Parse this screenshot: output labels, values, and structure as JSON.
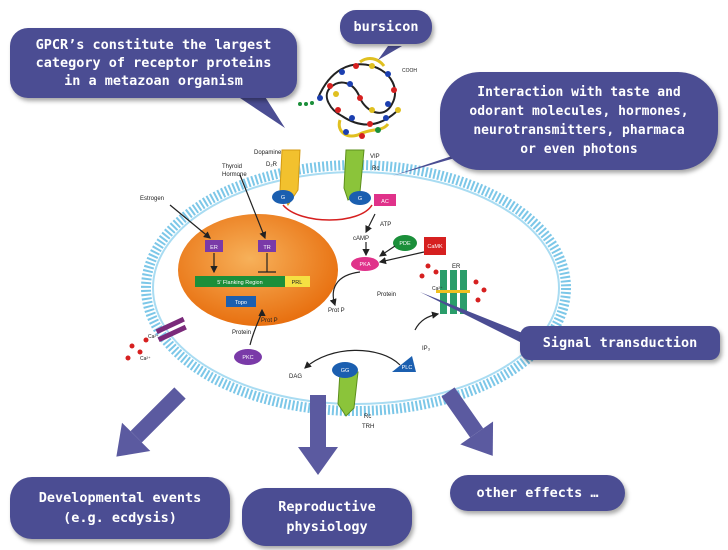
{
  "callouts": {
    "gpcr": [
      "GPCR’s constitute the largest",
      "category of receptor proteins",
      "in a metazoan organism"
    ],
    "bursicon": "bursicon",
    "interaction": [
      "Interaction with taste and",
      "odorant molecules, hormones,",
      "neurotransmitters, pharmaca",
      "or even photons"
    ],
    "signal": "Signal transduction",
    "developmental": [
      "Developmental events",
      "(e.g. ecdysis)"
    ],
    "reproductive": [
      "Reproductive",
      "physiology"
    ],
    "other": "other effects …"
  },
  "cell_labels": {
    "dopamine": "Dopamine",
    "d2r": "D₂R",
    "vip": "VIP",
    "rc": "Rc",
    "thyroid": "Thyroid",
    "hormone": "Hormone",
    "estrogen": "Estrogen",
    "g1": "G",
    "g2": "G",
    "ac": "AC",
    "atp": "ATP",
    "camp": "cAMP",
    "pde": "PDE",
    "pka": "PKA",
    "camk": "CaMK",
    "er_nucleus": "ER",
    "tr": "TR",
    "flanking": "5' Flanking Region",
    "prl": "PRL",
    "topo": "Topo",
    "protein1": "Protein",
    "prot_p1": "Prot P",
    "protein2": "Protein",
    "prot_p2": "Prot P",
    "pkc": "PKC",
    "dag": "DAG",
    "gg": "GG",
    "plc": "PLC",
    "ip3": "IP₃",
    "er_membrane": "ER",
    "ca1": "Ca²⁺",
    "ca2": "Ca²⁺",
    "ca3": "Ca²⁺",
    "rc2": "Rc",
    "trh": "TRH",
    "cooh": "COOH"
  },
  "colors": {
    "callout_bg": "#4b4d93",
    "arrow": "#5b5aa0",
    "nucleus": "#f08a24",
    "membrane": "#7cc7e8"
  }
}
